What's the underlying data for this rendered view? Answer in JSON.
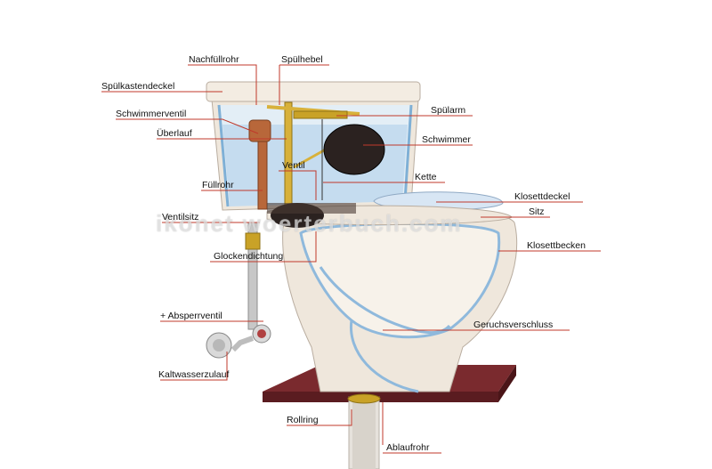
{
  "watermark": "ikonet woerterbuch.com",
  "colors": {
    "leader_line": "#c0392b",
    "porcelain": "#efe7dc",
    "water": "#a9cbe6",
    "floor": "#7a2a2e",
    "brass": "#c9a227",
    "copper": "#b8673a"
  },
  "labels": {
    "nachfuellrohr": "Nachfüllrohr",
    "spuelhebel": "Spülhebel",
    "spuelkastendeckel": "Spülkastendeckel",
    "schwimmerventil": "Schwimmerventil",
    "ueberlauf": "Überlauf",
    "spuelarm": "Spülarm",
    "schwimmer": "Schwimmer",
    "ventil": "Ventil",
    "kette": "Kette",
    "fuellrohr": "Füllrohr",
    "klosettdeckel": "Klosettdeckel",
    "ventilsitz": "Ventilsitz",
    "sitz": "Sitz",
    "klosettbecken": "Klosettbecken",
    "glockendichtung": "Glockendichtung",
    "absperrventil": "+ Absperrventil",
    "geruchsverschluss": "Geruchsverschluss",
    "kaltwasserzulauf": "Kaltwasserzulauf",
    "rollring": "Rollring",
    "ablaufrohr": "Ablaufrohr"
  }
}
